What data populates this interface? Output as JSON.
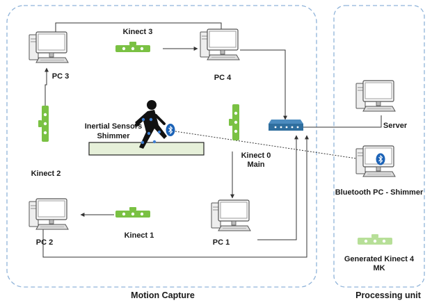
{
  "panels": {
    "motion_capture": {
      "label": "Motion Capture"
    },
    "processing_unit": {
      "label": "Processing unit"
    }
  },
  "nodes": {
    "pc1": {
      "label": "PC 1"
    },
    "pc2": {
      "label": "PC 2"
    },
    "pc3": {
      "label": "PC 3"
    },
    "pc4": {
      "label": "PC 4"
    },
    "server": {
      "label": "Server"
    },
    "bt_pc": {
      "label": "Bluetooth PC - Shimmer"
    }
  },
  "sensors": {
    "kinect0": {
      "line1": "Kinect 0",
      "line2": "Main"
    },
    "kinect1": {
      "label": "Kinect 1"
    },
    "kinect2": {
      "label": "Kinect 2"
    },
    "kinect3": {
      "label": "Kinect 3"
    },
    "generated": {
      "line1": "Generated Kinect 4",
      "line2": "MK"
    },
    "inertial": {
      "line1": "Inertial Sensors",
      "line2": "Shimmer"
    }
  },
  "colors": {
    "border": "#8fb3d9",
    "kinect": "#7ac143",
    "kinect_faded": "#b7df98",
    "switch": "#2f6e9e",
    "bluetooth": "#1c63b7",
    "computer_stroke": "#555555",
    "computer_fill": "#f3f3f3",
    "line": "#333333"
  },
  "icons": {
    "computer": "desktop-computer-icon",
    "kinect": "kinect-sensor-icon",
    "switch": "network-switch-icon",
    "bluetooth": "bluetooth-icon",
    "walker": "walking-person-icon"
  }
}
